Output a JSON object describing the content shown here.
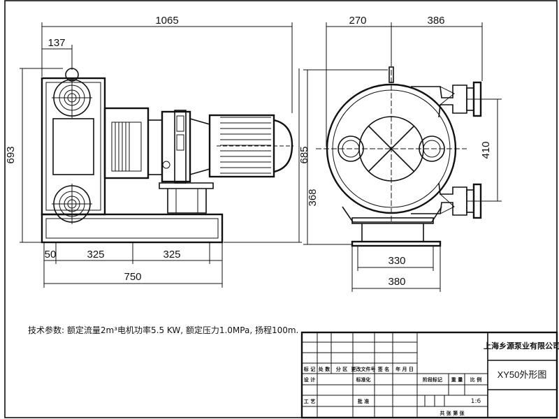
{
  "drawing": {
    "dimensions": {
      "overall_length": "1065",
      "flange_offset": "137",
      "height_left": "693",
      "height_right": "685",
      "base_offset": "50",
      "base_span_1": "325",
      "base_span_2": "325",
      "base_length": "750",
      "side_width_1": "270",
      "side_width_2": "386",
      "port_spacing": "410",
      "center_height": "368",
      "foot_span": "330",
      "foot_width": "380"
    },
    "spec_text": "技术参数: 额定流量2m³电机功率5.5 KW, 额定压力1.0MPa, 扬程100m."
  },
  "title_block": {
    "company": "上海乡源泵业有限公司",
    "drawing_name": "XY50外形图",
    "scale_value": "1:6",
    "row_labels": [
      "标 记",
      "处 数",
      "分 区",
      "更改文件号",
      "签 名",
      "年 月 日"
    ],
    "mid_labels": [
      "设 计",
      "标准化"
    ],
    "right_labels": [
      "阶段标记",
      "重 量",
      "比 例"
    ],
    "bottom_labels": [
      "工 艺",
      "批 准"
    ],
    "sheet_label": "共 张 第 张"
  }
}
